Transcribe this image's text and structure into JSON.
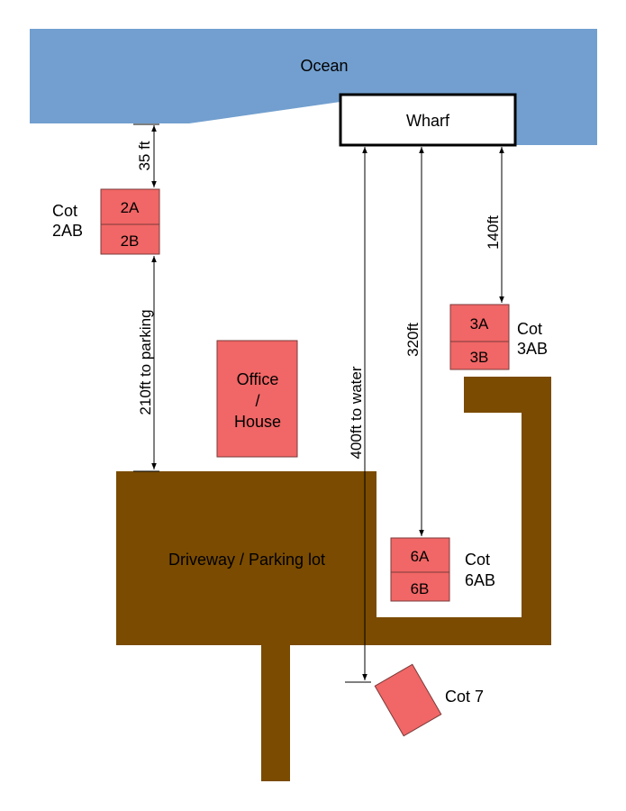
{
  "colors": {
    "ocean": "#729fcf",
    "ground": "#7a4b00",
    "building": "#f16666",
    "wharf": "#ffffff",
    "text": "#000000"
  },
  "labels": {
    "ocean": "Ocean",
    "wharf": "Wharf",
    "driveway": "Driveway / Parking lot",
    "office": [
      "Office",
      "/",
      "House"
    ],
    "cot2_title": [
      "Cot",
      "2AB"
    ],
    "cot2_units": [
      "2A",
      "2B"
    ],
    "cot3_title": [
      "Cot",
      "3AB"
    ],
    "cot3_units": [
      "3A",
      "3B"
    ],
    "cot6_title": [
      "Cot",
      "6AB"
    ],
    "cot6_units": [
      "6A",
      "6B"
    ],
    "cot7_title": "Cot 7"
  },
  "dimensions": {
    "d35": "35 ft",
    "d210": "210ft to parking",
    "d400": "400ft to water",
    "d320": "320ft",
    "d140": "140ft"
  }
}
